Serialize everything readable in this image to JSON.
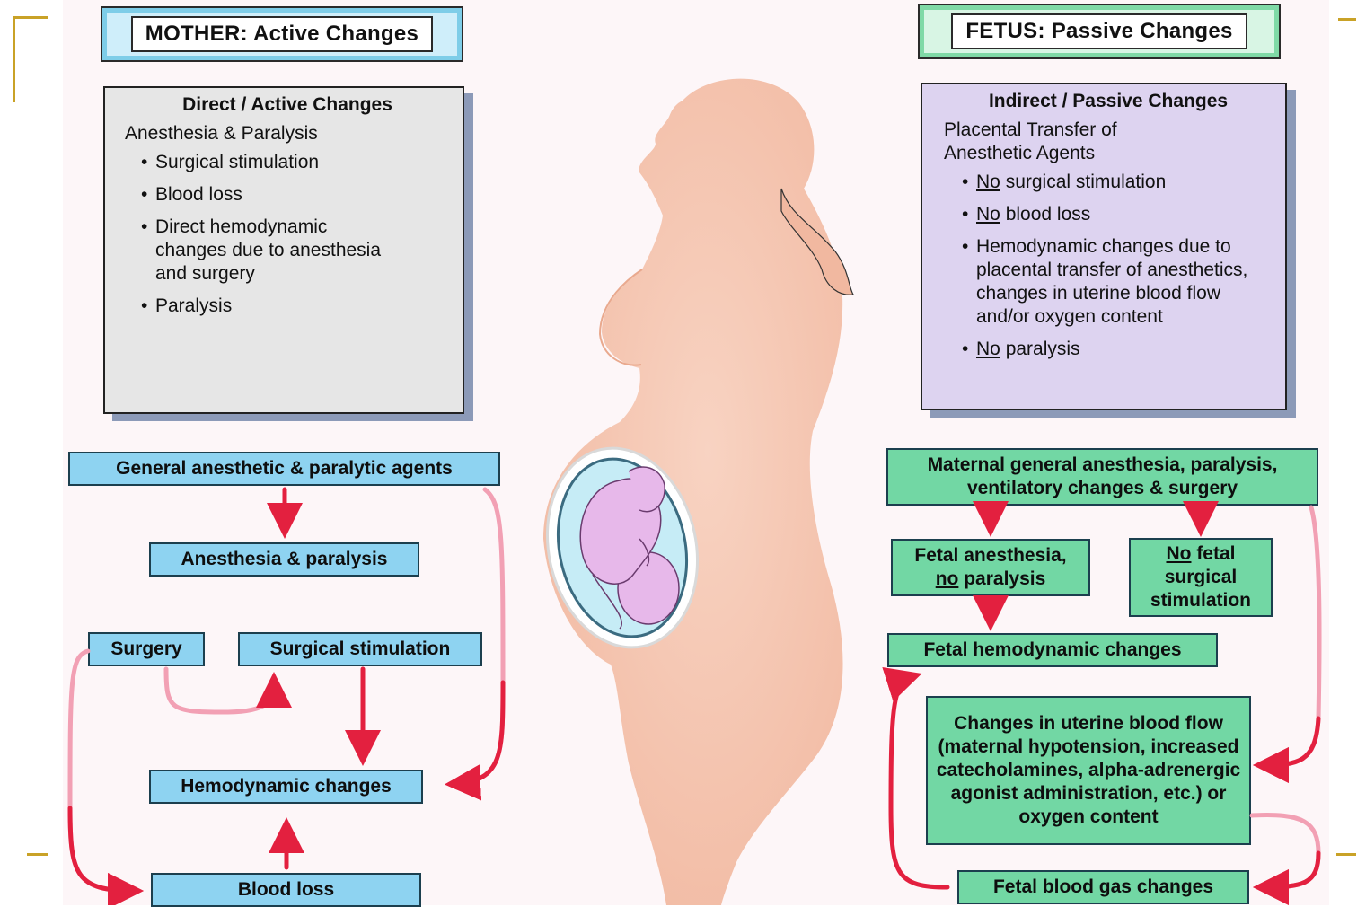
{
  "mother": {
    "title": "MOTHER: Active Changes",
    "card": {
      "heading": "Direct / Active Changes",
      "subheading": "Anesthesia & Paralysis",
      "bullets": [
        "Surgical stimulation",
        "Blood loss",
        "Direct hemodynamic changes due to anesthesia and surgery",
        "Paralysis"
      ]
    },
    "flow": {
      "agents": "General anesthetic & paralytic agents",
      "anesthesia": "Anesthesia & paralysis",
      "surgery": "Surgery",
      "stimulation": "Surgical stimulation",
      "hemodynamic": "Hemodynamic changes",
      "blood_loss": "Blood loss"
    }
  },
  "fetus": {
    "title": "FETUS: Passive Changes",
    "card": {
      "heading": "Indirect / Passive Changes",
      "subheading": "Placental Transfer of Anesthetic Agents",
      "bullets": [
        {
          "prefix": "No",
          "text": " surgical stimulation"
        },
        {
          "prefix": "No",
          "text": " blood loss"
        },
        {
          "prefix": "",
          "text": "Hemodynamic changes due to placental transfer of anesthetics, changes in uterine blood flow and/or oxygen content"
        },
        {
          "prefix": "No",
          "text": " paralysis"
        }
      ]
    },
    "flow": {
      "maternal": "Maternal general anesthesia, paralysis, ventilatory changes & surgery",
      "fetal_anesthesia_line1": "Fetal anesthesia,",
      "fetal_anesthesia_no": "no",
      "fetal_anesthesia_rest": " paralysis",
      "no_stimulation_no": "No",
      "no_stimulation_rest": " fetal surgical stimulation",
      "fetal_hemodynamic": "Fetal hemodynamic changes",
      "uterine": "Changes in uterine blood flow (maternal hypotension, increased catecholamines, alpha-adrenergic agonist administration, etc.) or oxygen content",
      "blood_gas": "Fetal blood gas changes"
    }
  },
  "colors": {
    "mother_accent": "#8ed3f1",
    "fetus_accent": "#72d7a4",
    "arrow": "#e3203f",
    "arrow_faded": "#f2a0b4",
    "silhouette": "#f4c3ad",
    "fetus_fill": "#e7b8ea"
  }
}
